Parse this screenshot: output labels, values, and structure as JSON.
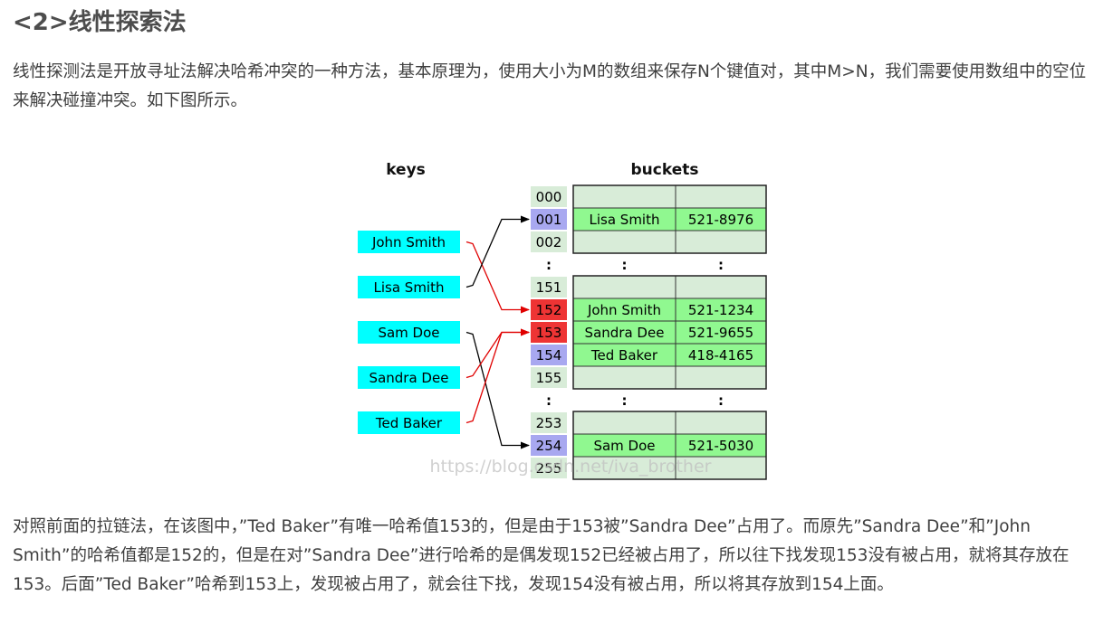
{
  "heading": "<2>线性探索法",
  "intro": "线性探测法是开放寻址法解决哈希冲突的一种方法，基本原理为，使用大小为M的数组来保存N个键值对，其中M>N，我们需要使用数组中的空位来解决碰撞冲突。如下图所示。",
  "diagram": {
    "keys_title": "keys",
    "buckets_title": "buckets",
    "keys": [
      "John Smith",
      "Lisa Smith",
      "Sam Doe",
      "Sandra Dee",
      "Ted Baker"
    ],
    "rows": [
      {
        "index": "000",
        "name": "",
        "phone": "",
        "state": "empty"
      },
      {
        "index": "001",
        "name": "Lisa Smith",
        "phone": "521-8976",
        "state": "filled"
      },
      {
        "index": "002",
        "name": "",
        "phone": "",
        "state": "empty"
      },
      {
        "index": ":",
        "name": ":",
        "phone": ":",
        "state": "gap"
      },
      {
        "index": "151",
        "name": "",
        "phone": "",
        "state": "empty"
      },
      {
        "index": "152",
        "name": "John Smith",
        "phone": "521-1234",
        "state": "collision"
      },
      {
        "index": "153",
        "name": "Sandra Dee",
        "phone": "521-9655",
        "state": "collision"
      },
      {
        "index": "154",
        "name": "Ted Baker",
        "phone": "418-4165",
        "state": "filled"
      },
      {
        "index": "155",
        "name": "",
        "phone": "",
        "state": "empty"
      },
      {
        "index": ":",
        "name": ":",
        "phone": ":",
        "state": "gap"
      },
      {
        "index": "253",
        "name": "",
        "phone": "",
        "state": "empty"
      },
      {
        "index": "254",
        "name": "Sam Doe",
        "phone": "521-5030",
        "state": "filled"
      },
      {
        "index": "255",
        "name": "",
        "phone": "",
        "state": "empty"
      }
    ],
    "arrows": [
      {
        "from": 0,
        "to": 5,
        "color": "red"
      },
      {
        "from": 1,
        "to": 1,
        "color": "black"
      },
      {
        "from": 2,
        "to": 11,
        "color": "black"
      },
      {
        "from": 3,
        "to": 6,
        "color": "red"
      },
      {
        "from": 4,
        "to": 6,
        "color": "red"
      }
    ],
    "watermark": "https://blog.csdn.net/iva_brother",
    "colors": {
      "key_fill": "#00ffff",
      "index_plain": "#d8ecd8",
      "index_filled": "#a8a8f0",
      "index_collision": "#ee3434",
      "cell_filled": "#90f890",
      "cell_empty": "#d8ecd8",
      "arrow_red": "#e00000",
      "arrow_black": "#000000"
    }
  },
  "explanation": "对照前面的拉链法，在该图中，”Ted Baker”有唯一哈希值153的，但是由于153被”Sandra Dee”占用了。而原先”Sandra Dee”和”John Smith”的哈希值都是152的，但是在对”Sandra Dee”进行哈希的是偶发现152已经被占用了，所以往下找发现153没有被占用，就将其存放在153。后面”Ted Baker”哈希到153上，发现被占用了，就会往下找，发现154没有被占用，所以将其存放到154上面。"
}
